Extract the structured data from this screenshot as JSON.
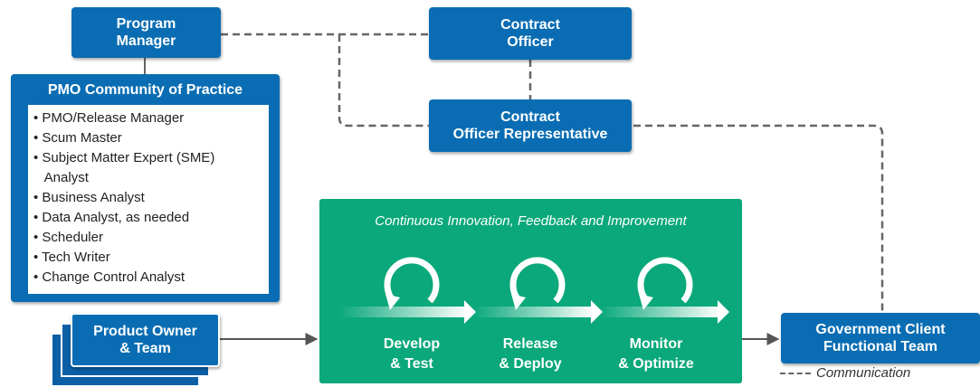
{
  "nodes": {
    "program_manager": [
      "Program",
      "Manager"
    ],
    "contract_officer": [
      "Contract",
      "Officer"
    ],
    "cor": [
      "Contract",
      "Officer Representative"
    ],
    "product_owner": [
      "Product Owner",
      "& Team"
    ],
    "government_client": [
      "Government Client",
      "Functional Team"
    ]
  },
  "pmo": {
    "title": "PMO Community of Practice",
    "items": [
      "• PMO/Release Manager",
      "• Scum Master",
      "• Subject Matter Expert (SME)",
      "   Analyst",
      "• Business Analyst",
      "• Data Analyst, as needed",
      "• Scheduler",
      "• Tech Writer",
      "• Change Control Analyst"
    ]
  },
  "innovation": {
    "title": "Continuous Innovation, Feedback and Improvement",
    "stages": [
      [
        "Develop",
        "& Test"
      ],
      [
        "Release",
        "& Deploy"
      ],
      [
        "Monitor",
        "& Optimize"
      ]
    ]
  },
  "legend": {
    "communication": "Communication"
  },
  "colors": {
    "blue": "#0a6db3",
    "green": "#0aa87a",
    "dash": "#666666",
    "arrow": "#555555"
  }
}
